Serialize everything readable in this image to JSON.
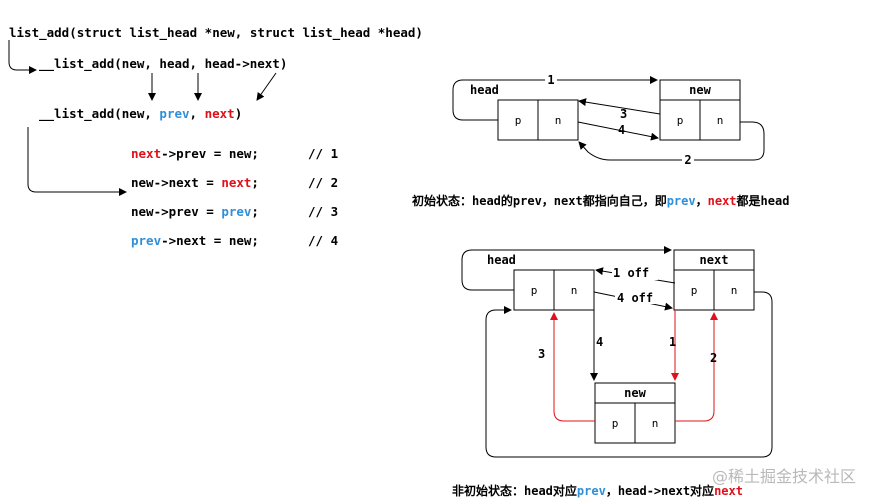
{
  "code": {
    "sig_func": "list_add",
    "sig_args": "(struct list_head *new, struct list_head *head)",
    "call_head": "__list_add(",
    "call_args": "new, head, head->next)",
    "def_head": "__list_add(new, ",
    "def_prev": "prev",
    "def_comma": ", ",
    "def_next": "next",
    "def_close": ")",
    "line1": {
      "lhs": "next",
      "rhs": "->prev = new;",
      "comment": "// 1"
    },
    "line2": {
      "lhs": "new->next = ",
      "rhs": "next",
      "tail": ";",
      "comment": "// 2"
    },
    "line3": {
      "lhs": "new->prev = ",
      "rhs": "prev",
      "tail": ";",
      "comment": "// 3"
    },
    "line4": {
      "lhs": "prev",
      "rhs": "->next = new;",
      "comment": "// 4"
    }
  },
  "diagram_initial": {
    "node_head": "head",
    "node_new": "new",
    "field_p": "p",
    "field_n": "n",
    "labels": [
      "1",
      "2",
      "3",
      "4"
    ],
    "caption_a": "初始状态：head的prev，next都指向自己，即",
    "caption_prev": "prev",
    "caption_b": "，",
    "caption_next": "next",
    "caption_c": "都是head"
  },
  "diagram_general": {
    "node_head": "head",
    "node_next": "next",
    "node_new": "new",
    "field_p": "p",
    "field_n": "n",
    "label_1_off": "1 off",
    "label_4_off": "4 off",
    "labels": [
      "1",
      "2",
      "3",
      "4"
    ],
    "caption_a": "非初始状态：head对应",
    "caption_prev": "prev",
    "caption_b": "，head->next对应",
    "caption_next": "next"
  },
  "watermark": "@稀土掘金技术社区",
  "colors": {
    "red": "#e0101a",
    "blue": "#2f8fd8"
  }
}
